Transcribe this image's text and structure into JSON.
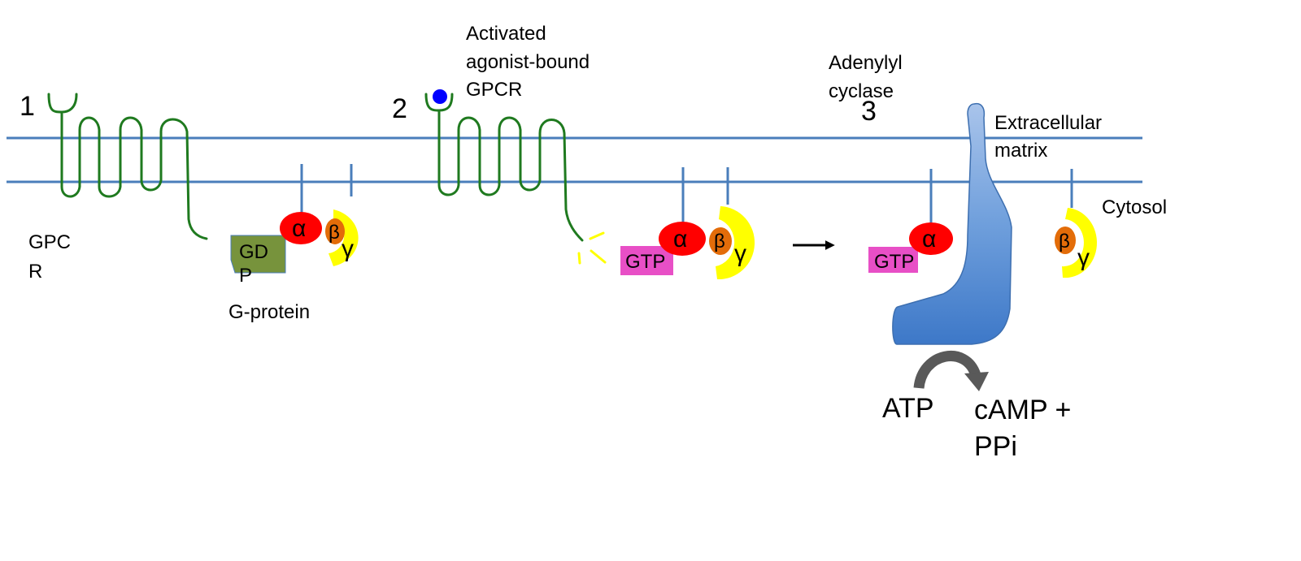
{
  "colors": {
    "membrane": "#4a7ebb",
    "receptor": "#1f7a1f",
    "agonist": "#0000ff",
    "alpha": "#ff0000",
    "beta": "#e36c09",
    "gamma": "#ffff00",
    "gdp": "#77933c",
    "gtp": "#e84fc6",
    "cyclase": "#4f81bd",
    "reaction_arrow": "#595959",
    "spark": "#ffff00"
  },
  "steps": {
    "step1": "1",
    "step2": "2",
    "step3": "3"
  },
  "labels": {
    "gpcr_line1": "GPC",
    "gpcr_line2": "R",
    "g_protein": "G-protein",
    "activated_line1": "Activated",
    "activated_line2": "agonist-bound",
    "activated_line3": "GPCR",
    "adenylyl_line1": "Adenylyl",
    "adenylyl_line2": "cyclase",
    "extracellular_line1": "Extracellular",
    "extracellular_line2": "matrix",
    "cytosol": "Cytosol"
  },
  "subunits": {
    "alpha": "α",
    "beta": "β",
    "gamma": "γ",
    "gdp_line1": "GD",
    "gdp_line2": "P",
    "gtp": "GTP"
  },
  "reaction": {
    "substrate": "ATP",
    "product_line1": "cAMP +",
    "product_line2": "PPi"
  }
}
